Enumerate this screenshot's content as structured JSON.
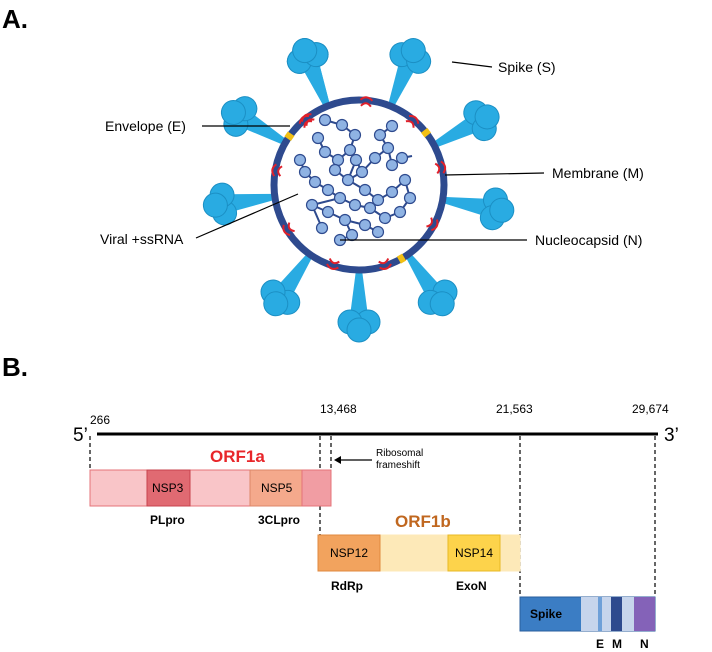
{
  "panel_a": {
    "letter": "A.",
    "labels": {
      "spike": "Spike (S)",
      "envelope": "Envelope (E)",
      "membrane": "Membrane (M)",
      "rna": "Viral +ssRNA",
      "nucleocapsid": "Nucleocapsid (N)"
    }
  },
  "panel_b": {
    "letter": "B.",
    "five_prime": "5’",
    "three_prime": "3’",
    "positions": [
      "266",
      "13,468",
      "21,563",
      "29,674"
    ],
    "frameshift": [
      "Ribosomal",
      "frameshift"
    ],
    "orf1a": {
      "label": "ORF1a",
      "nsp3": "NSP3",
      "nsp3_func": "PLpro",
      "nsp5": "NSP5",
      "nsp5_func": "3CLpro"
    },
    "orf1b": {
      "label": "ORF1b",
      "nsp12": "NSP12",
      "nsp12_func": "RdRp",
      "nsp14": "NSP14",
      "nsp14_func": "ExoN"
    },
    "structural": {
      "spike": "Spike",
      "e": "E",
      "m": "M",
      "n": "N"
    }
  },
  "colors": {
    "spike": "#29abe2",
    "virion_ring": "#2e4a8e",
    "membrane_protein": "#e0202a",
    "envelope_protein": "#f2c014",
    "rna": "#8fb3e3",
    "orf1a_title": "#e8262a",
    "orf1b_title": "#c0671f",
    "orf1a_fill": "#f9c5c8",
    "nsp3_fill": "#e06a72",
    "nsp5_fill": "#f4a98c",
    "orf1b_fill": "#fde9b8",
    "nsp12_fill": "#f2a35e",
    "nsp14_fill": "#fdd34b",
    "spike_box": "#3b7dc4"
  }
}
